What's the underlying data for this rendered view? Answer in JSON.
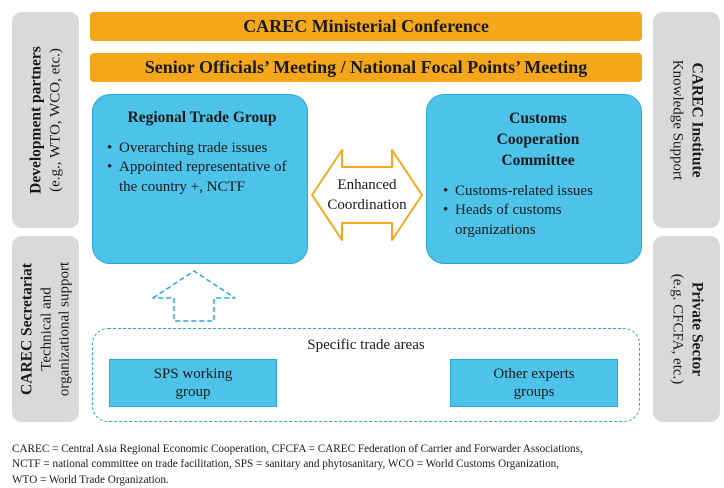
{
  "top_bars": {
    "ministerial": "CAREC Ministerial Conference",
    "officials": "Senior Officials’ Meeting / National Focal Points’ Meeting"
  },
  "left_panels": {
    "development_partners": {
      "title": "Development partners",
      "subtitle": "(e.g., WTO, WCO, etc.)"
    },
    "carec_secretariat": {
      "title": "CAREC Secretariat",
      "line1": "Technical and",
      "line2": "organizational support"
    }
  },
  "right_panels": {
    "carec_institute": {
      "title": "CAREC Institute",
      "subtitle": "Knowledge Support"
    },
    "private_sector": {
      "title": "Private Sector",
      "subtitle": "(e.g. CFCFA, etc.)"
    }
  },
  "regional_trade_group": {
    "title": "Regional Trade Group",
    "items": [
      "Overarching trade issues",
      "Appointed representative of the country +, NCTF"
    ]
  },
  "customs_committee": {
    "title_lines": [
      "Customs",
      "Cooperation",
      "Committee"
    ],
    "items": [
      "Customs-related issues",
      "Heads of customs organizations"
    ]
  },
  "enhanced_coordination": {
    "line1": "Enhanced",
    "line2": "Coordination"
  },
  "trade_areas": {
    "title": "Specific trade areas",
    "sps": {
      "line1": "SPS working",
      "line2": "group"
    },
    "other": {
      "line1": "Other experts",
      "line2": "groups"
    }
  },
  "colors": {
    "bar": "#f5a71c",
    "group_fill": "#4dc3ea",
    "group_stroke": "#2aa7d8",
    "side_panel": "#d9d9d9"
  },
  "footnote": [
    "CAREC = Central Asia Regional Economic Cooperation, CFCFA = CAREC Federation of Carrier and Forwarder Associations,",
    "NCTF = national committee on trade facilitation, SPS = sanitary and phytosanitary, WCO = World Customs Organization,",
    "WTO = World Trade Organization."
  ]
}
